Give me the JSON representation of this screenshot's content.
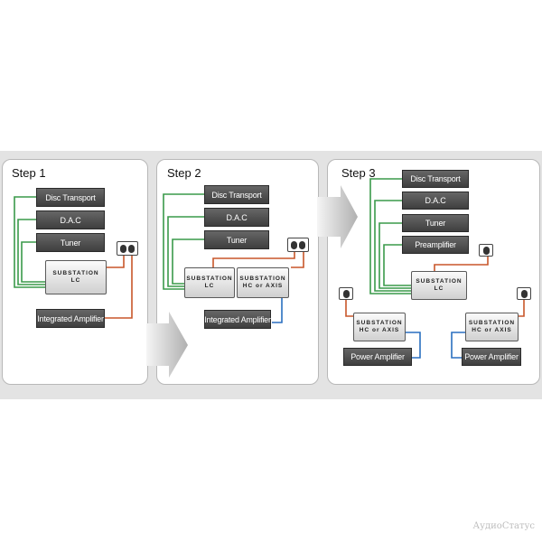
{
  "steps": [
    {
      "label": "Step 1"
    },
    {
      "label": "Step 2"
    },
    {
      "label": "Step 3"
    }
  ],
  "components": {
    "disc_transport": "Disc Transport",
    "dac": "D.A.C",
    "tuner": "Tuner",
    "preamplifier": "Preamplifier",
    "integrated_amplifier": "Integrated Amplifier",
    "power_amplifier": "Power Amplifier",
    "substation_lc_line1": "SUBSTATION",
    "substation_lc_line2": "LC",
    "substation_hc_line1": "SUBSTATION",
    "substation_hc_line2": "HC or AXIS"
  },
  "watermark": "АудиоСтатус",
  "colors": {
    "green_cable": "#3a9a4a",
    "orange_cable": "#c8572a",
    "blue_cable": "#2a6fc0"
  }
}
